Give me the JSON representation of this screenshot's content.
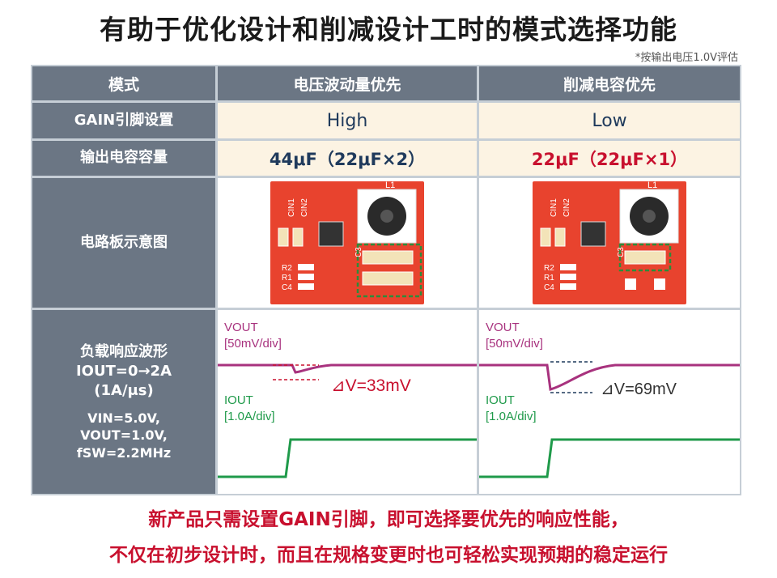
{
  "title": "有助于优化设计和削减设计工时的模式选择功能",
  "note": "*按输出电压1.0V评估",
  "header": {
    "col0": "模式",
    "col1": "电压波动量优先",
    "col2": "削减电容优先"
  },
  "rows": {
    "gain": {
      "label": "GAIN引脚设置",
      "col1": "High",
      "col2": "Low"
    },
    "cap": {
      "label": "输出电容容量",
      "col1": "44μF（22μF×2）",
      "col2": "22μF（22μF×1）"
    },
    "board": {
      "label": "电路板示意图"
    },
    "wave": {
      "label_line1": "负载响应波形",
      "label_line2": "IOUT=0→2A",
      "label_line3": "(1A/μs)",
      "label_line4": "VIN=5.0V,",
      "label_line5": "VOUT=1.0V,",
      "label_line6": "fSW=2.2MHz"
    }
  },
  "board_labels": {
    "cin1": "CIN1",
    "cin2": "CIN2",
    "l1": "L1",
    "c3": "C3",
    "r2": "R2",
    "r1": "R1",
    "c4": "C4"
  },
  "waveform": {
    "vout_label": "VOUT",
    "vout_scale": "[50mV/div]",
    "iout_label": "IOUT",
    "iout_scale": "[1.0A/div]",
    "left_delta": "⊿V=33mV",
    "right_delta": "⊿V=69mV"
  },
  "footer": {
    "line1": "新产品只需设置GAIN引脚，即可选择要优先的响应性能，",
    "line2": "不仅在初步设计时，而且在规格变更时也可轻松实现预期的稳定运行"
  },
  "colors": {
    "header_bg": "#6b7684",
    "value_bg": "#fcf3e3",
    "accent_red": "#c8102e",
    "text_blue": "#1f3a5c",
    "pcb_red": "#e8432e",
    "vout_trace": "#a8327e",
    "iout_trace": "#1f9a4a"
  }
}
